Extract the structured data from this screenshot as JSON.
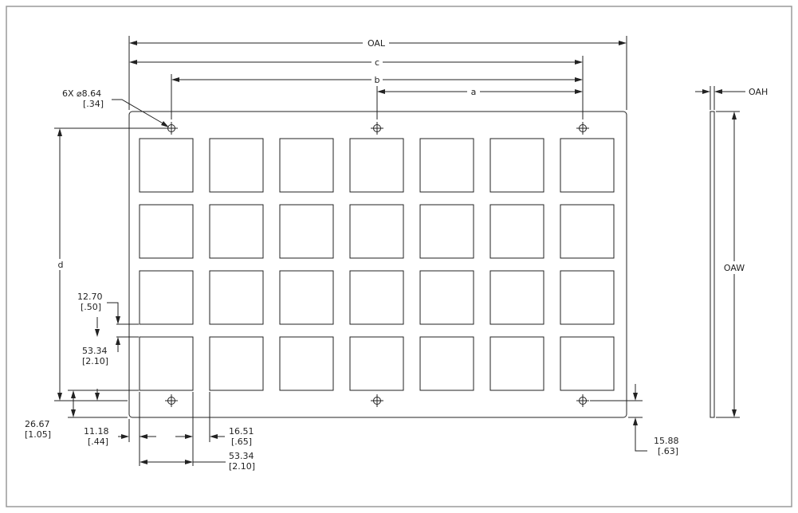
{
  "colors": {
    "line": "#222222",
    "frame": "#9a9a9a",
    "background": "#ffffff"
  },
  "dimension_labels": {
    "oal": "OAL",
    "c": "c",
    "b": "b",
    "a": "a",
    "d": "d",
    "oah": "OAH",
    "oaw": "OAW"
  },
  "callouts": {
    "holes": {
      "mm": "6X  ⌀8.64",
      "in": "[.34]"
    },
    "gap_v": {
      "mm": "12.70",
      "in": "[.50]"
    },
    "cell_h": {
      "mm": "53.34",
      "in": "[2.10]"
    },
    "bottom_edge": {
      "mm": "26.67",
      "in": "[1.05]"
    },
    "left_edge": {
      "mm": "11.18",
      "in": "[.44]"
    },
    "gap_h": {
      "mm": "16.51",
      "in": "[.65]"
    },
    "cell_w": {
      "mm": "53.34",
      "in": "[2.10]"
    },
    "hole_offset": {
      "mm": "15.88",
      "in": "[.63]"
    }
  },
  "grid": {
    "rows": 4,
    "columns": 7
  },
  "hole_count": 6
}
